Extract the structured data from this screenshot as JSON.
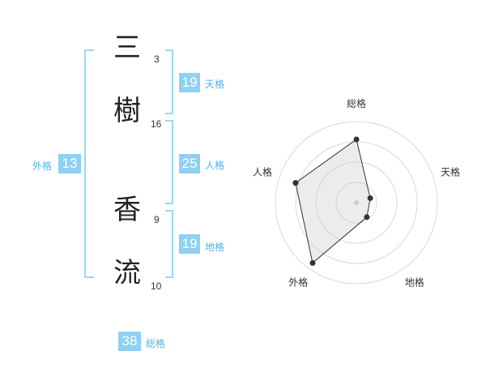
{
  "name": {
    "characters": [
      {
        "char": "三",
        "strokes": "3"
      },
      {
        "char": "樹",
        "strokes": "16"
      },
      {
        "char": "香",
        "strokes": "9"
      },
      {
        "char": "流",
        "strokes": "10"
      }
    ]
  },
  "fortune": {
    "tenkaku": {
      "value": "19",
      "label": "天格"
    },
    "jinkaku": {
      "value": "25",
      "label": "人格"
    },
    "chikaku": {
      "value": "19",
      "label": "地格"
    },
    "gaikaku": {
      "value": "13",
      "label": "外格"
    },
    "soukaku": {
      "value": "38",
      "label": "総格"
    }
  },
  "colors": {
    "accent": "#8fd0f3",
    "accent_text": "#4fb3ea",
    "bracket": "#9ed6f5"
  },
  "chart_data": {
    "type": "radar",
    "axes": [
      "総格",
      "天格",
      "地格",
      "外格",
      "人格"
    ],
    "values": [
      0.78,
      0.18,
      0.22,
      0.92,
      0.79
    ],
    "scale_max": 1,
    "rings": 4
  }
}
